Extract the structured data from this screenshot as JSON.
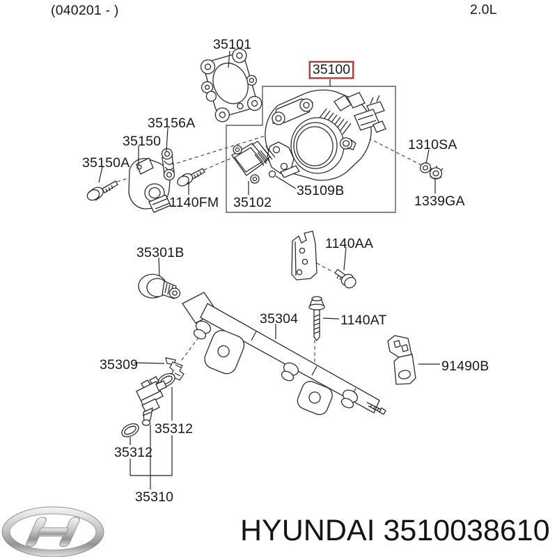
{
  "header": {
    "date_code": "(040201 - )",
    "engine": "2.0L"
  },
  "labels": {
    "part_35101": "35101",
    "part_35100": "35100",
    "part_35156A": "35156A",
    "part_35150": "35150",
    "part_35150A": "35150A",
    "part_1140FM": "1140FM",
    "part_35102": "35102",
    "part_35109B": "35109B",
    "part_1310SA": "1310SA",
    "part_1339GA": "1339GA",
    "part_35301B": "35301B",
    "part_1140AA": "1140AA",
    "part_35304": "35304",
    "part_1140AT": "1140AT",
    "part_91490B": "91490B",
    "part_35309": "35309",
    "part_35312_upper": "35312",
    "part_35312_lower": "35312",
    "part_35310": "35310"
  },
  "footer": {
    "brand": "HYUNDAI",
    "part_number": "3510038610"
  },
  "colors": {
    "highlight_box": "#b04040",
    "line_art": "#2b2b2b"
  },
  "icons": {
    "logo": "hyundai-logo"
  }
}
